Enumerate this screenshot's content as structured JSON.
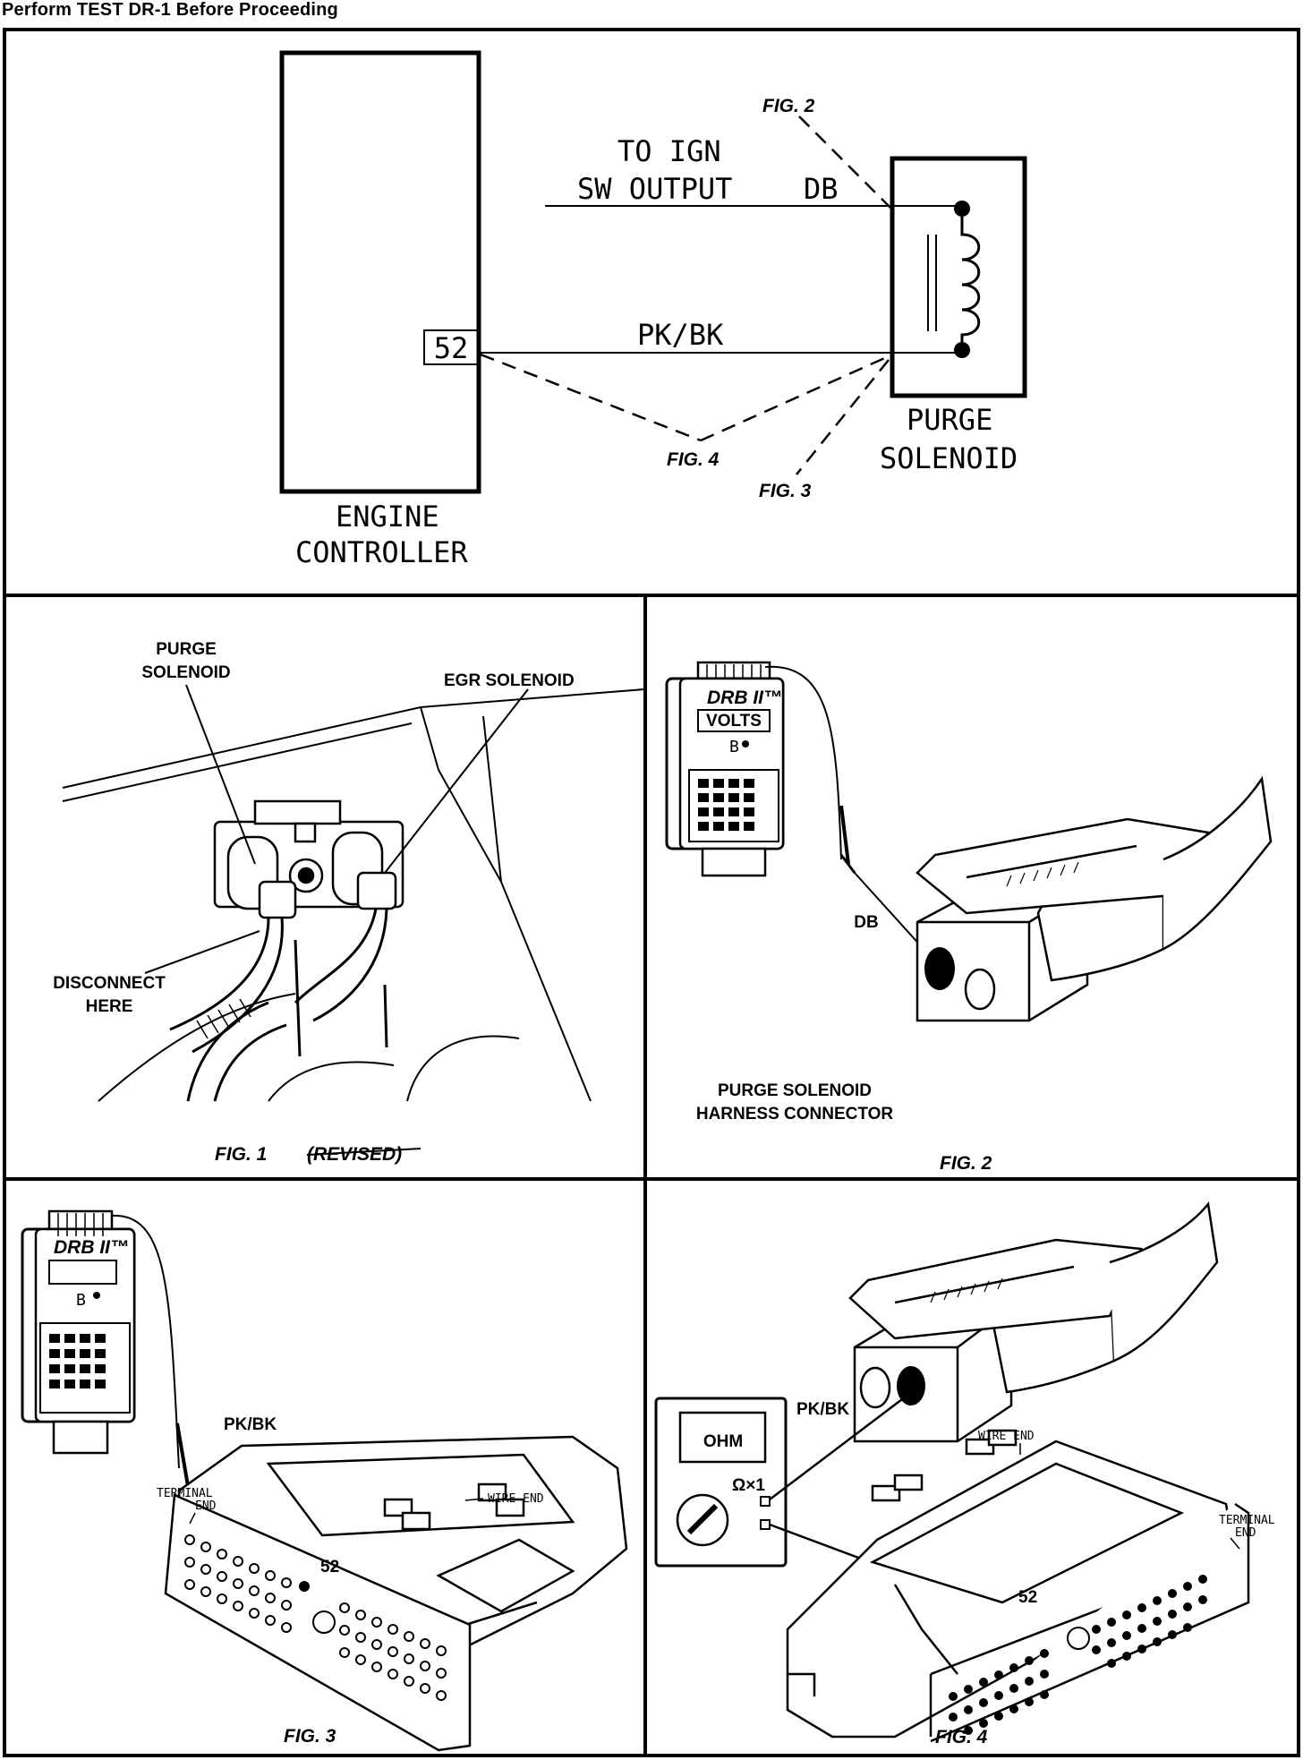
{
  "header": {
    "text": "Perform TEST DR-1 Before Proceeding"
  },
  "schematic": {
    "fig2_label": "FIG. 2",
    "fig3_label": "FIG. 3",
    "fig4_label": "FIG. 4",
    "ign_line1": "TO IGN",
    "ign_line2": "SW OUTPUT",
    "db": "DB",
    "pin": "52",
    "wire": "PK/BK",
    "solenoid_line1": "PURGE",
    "solenoid_line2": "SOLENOID",
    "controller_line1": "ENGINE",
    "controller_line2": "CONTROLLER"
  },
  "fig1": {
    "purge_line1": "PURGE",
    "purge_line2": "SOLENOID",
    "egr": "EGR SOLENOID",
    "disconnect_line1": "DISCONNECT",
    "disconnect_line2": "HERE",
    "caption": "FIG. 1",
    "revised": "(REVISED)"
  },
  "fig2": {
    "tool_brand": "DRB II™",
    "tool_display": "VOLTS",
    "db": "DB",
    "connector_line1": "PURGE SOLENOID",
    "connector_line2": "HARNESS CONNECTOR",
    "caption": "FIG. 2"
  },
  "fig3": {
    "tool_brand": "DRB II™",
    "wire": "PK/BK",
    "terminal_line1": "TERMINAL",
    "terminal_line2": "END",
    "wire_end": "WIRE END",
    "pin": "52",
    "caption": "FIG. 3"
  },
  "fig4": {
    "meter_display": "OHM",
    "meter_range": "Ω×1",
    "wire": "PK/BK",
    "wire_end": "WIRE END",
    "terminal_line1": "TERMINAL",
    "terminal_line2": "END",
    "pin": "52",
    "caption": "FIG. 4"
  }
}
